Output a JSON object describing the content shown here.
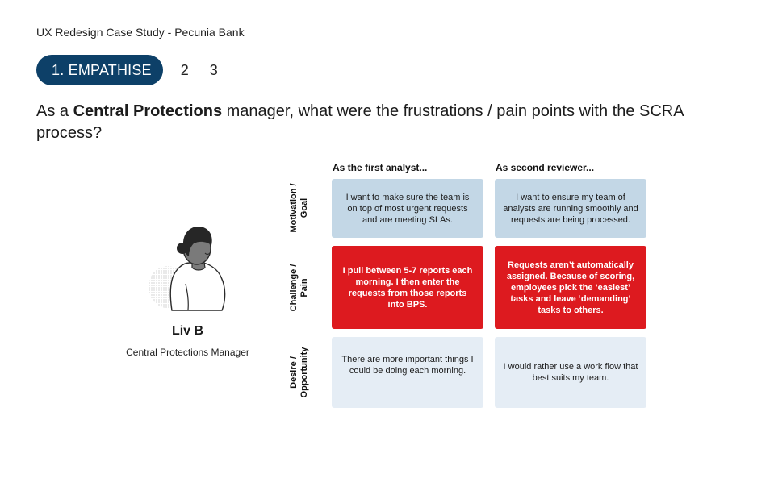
{
  "header": {
    "breadcrumb": "UX Redesign Case Study - Pecunia Bank",
    "steps": [
      {
        "label": "1. EMPATHISE",
        "active": true
      },
      {
        "label": "2",
        "active": false
      },
      {
        "label": "3",
        "active": false
      }
    ]
  },
  "question": {
    "prefix": "As a ",
    "emphasis": "Central Protections",
    "suffix": " manager, what were the frustrations / pain points with the SCRA process?"
  },
  "persona": {
    "name": "Liv B",
    "role": "Central Protections Manager",
    "avatar_icon": "woman-portrait-illustration"
  },
  "matrix": {
    "columns": [
      "As the first analyst...",
      "As second reviewer..."
    ],
    "rows": [
      {
        "label_line1": "Motivation /",
        "label_line2": "Goal",
        "cells": [
          "I want to make sure the team is on top of most urgent requests and are meeting SLAs.",
          "I want to ensure my team of analysts are running smoothly and requests are being processed."
        ]
      },
      {
        "label_line1": "Challenge /",
        "label_line2": "Pain",
        "cells": [
          "I pull between 5-7 reports each morning. I then enter the requests from those reports into BPS.",
          "Requests aren’t automatically assigned. Because of scoring, employees pick the ‘easiest’ tasks and leave ‘demanding’ tasks to others."
        ]
      },
      {
        "label_line1": "Desire /",
        "label_line2": "Opportunity",
        "cells": [
          "There are more important things I could be doing each morning.",
          "I would rather use a work flow that best suits my team."
        ]
      }
    ]
  },
  "colors": {
    "accent_navy": "#0d4068",
    "goal_blue": "#c3d7e6",
    "pain_red": "#dd1a1f",
    "desire_light": "#e5edf5"
  }
}
